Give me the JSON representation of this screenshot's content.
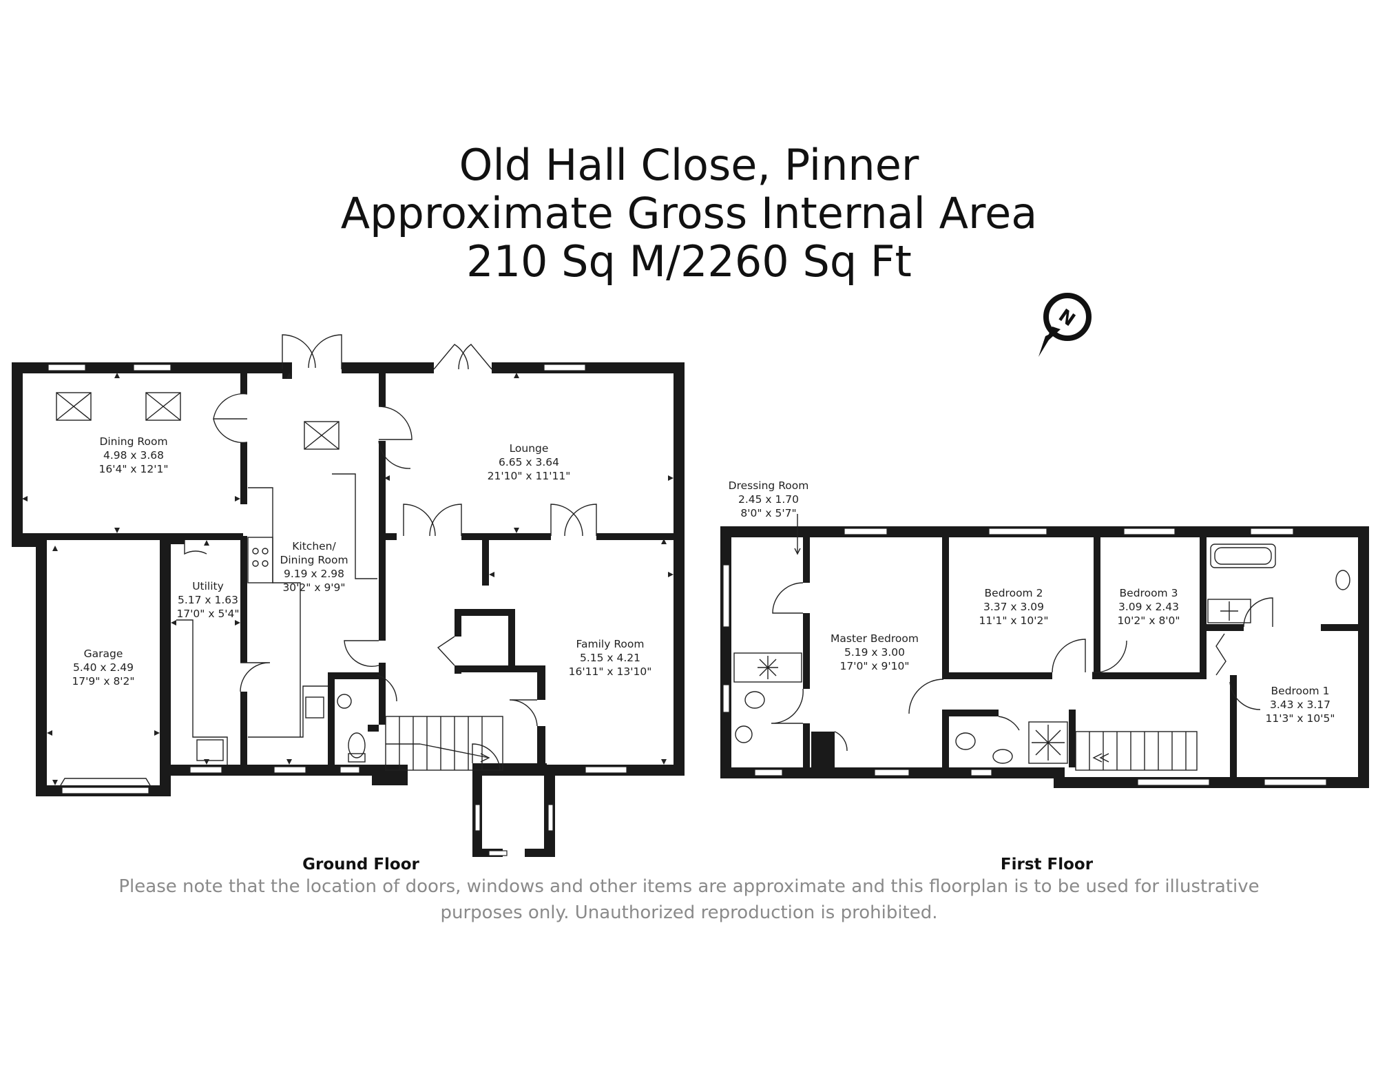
{
  "title": {
    "line1": "Old Hall Close, Pinner",
    "line2": "Approximate Gross Internal Area",
    "line3": "210 Sq M/2260 Sq Ft"
  },
  "compass": {
    "letter": "N"
  },
  "ground_floor": {
    "caption": "Ground Floor",
    "rooms": {
      "dining": {
        "name": "Dining Room",
        "metric": "4.98 x 3.68",
        "imperial": "16'4\" x 12'1\""
      },
      "lounge": {
        "name": "Lounge",
        "metric": "6.65 x 3.64",
        "imperial": "21'10\" x 11'11\""
      },
      "kitchen": {
        "name1": "Kitchen/",
        "name2": "Dining Room",
        "metric": "9.19 x 2.98",
        "imperial": "30'2\" x 9'9\""
      },
      "utility": {
        "name": "Utility",
        "metric": "5.17 x 1.63",
        "imperial": "17'0\" x 5'4\""
      },
      "garage": {
        "name": "Garage",
        "metric": "5.40 x 2.49",
        "imperial": "17'9\" x 8'2\""
      },
      "family": {
        "name": "Family Room",
        "metric": "5.15 x 4.21",
        "imperial": "16'11\" x 13'10\""
      }
    }
  },
  "first_floor": {
    "caption": "First Floor",
    "rooms": {
      "dressing": {
        "name": "Dressing Room",
        "metric": "2.45 x 1.70",
        "imperial": "8'0\" x 5'7\""
      },
      "master": {
        "name": "Master Bedroom",
        "metric": "5.19 x 3.00",
        "imperial": "17'0\" x 9'10\""
      },
      "bed2": {
        "name": "Bedroom 2",
        "metric": "3.37 x 3.09",
        "imperial": "11'1\" x 10'2\""
      },
      "bed3": {
        "name": "Bedroom 3",
        "metric": "3.09 x 2.43",
        "imperial": "10'2\" x 8'0\""
      },
      "bed1": {
        "name": "Bedroom 1",
        "metric": "3.43 x 3.17",
        "imperial": "11'3\" x 10'5\""
      }
    }
  },
  "disclaimer": {
    "line1": "Please note that the location of doors, windows and other items are approximate and this floorplan is to be used for illustrative",
    "line2": "purposes only. Unauthorized reproduction is prohibited."
  }
}
